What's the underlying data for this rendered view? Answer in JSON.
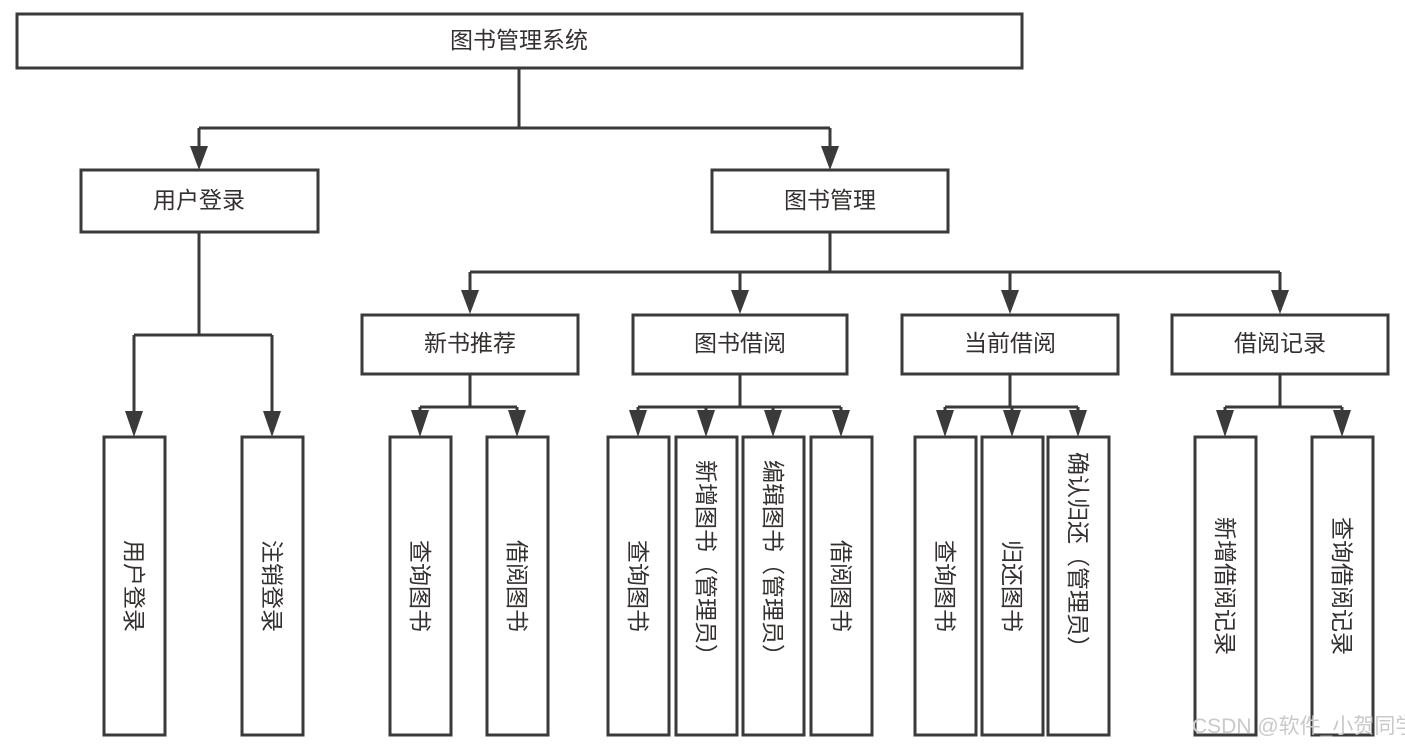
{
  "diagram": {
    "title_node": {
      "id": "root",
      "label": "图书管理系统"
    },
    "level1": [
      {
        "id": "user-login",
        "label": "用户登录"
      },
      {
        "id": "book-mgmt",
        "label": "图书管理"
      }
    ],
    "level2": [
      {
        "id": "new-book-rec",
        "label": "新书推荐",
        "parent": "book-mgmt"
      },
      {
        "id": "book-borrow",
        "label": "图书借阅",
        "parent": "book-mgmt"
      },
      {
        "id": "current-borrow",
        "label": "当前借阅",
        "parent": "book-mgmt"
      },
      {
        "id": "borrow-record",
        "label": "借阅记录",
        "parent": "book-mgmt"
      }
    ],
    "leaves": {
      "user_login": [
        {
          "id": "leaf-user-login",
          "label": "用户登录"
        },
        {
          "id": "leaf-logout",
          "label": "注销登录"
        }
      ],
      "new_book_rec": [
        {
          "id": "leaf-query-book-1",
          "label": "查询图书"
        },
        {
          "id": "leaf-borrow-book-1",
          "label": "借阅图书"
        }
      ],
      "book_borrow": [
        {
          "id": "leaf-query-book-2",
          "label": "查询图书"
        },
        {
          "id": "leaf-add-book",
          "label": "新增图书（管理员）"
        },
        {
          "id": "leaf-edit-book",
          "label": "编辑图书（管理员）"
        },
        {
          "id": "leaf-borrow-book-2",
          "label": "借阅图书"
        }
      ],
      "current_borrow": [
        {
          "id": "leaf-query-book-3",
          "label": "查询图书"
        },
        {
          "id": "leaf-return-book",
          "label": "归还图书"
        },
        {
          "id": "leaf-confirm-return",
          "label": "确认归还（管理员）"
        }
      ],
      "borrow_record": [
        {
          "id": "leaf-add-record",
          "label": "新增借阅记录"
        },
        {
          "id": "leaf-query-record",
          "label": "查询借阅记录"
        }
      ]
    },
    "colors": {
      "box_stroke": "#3a3a3a",
      "box_fill": "#ffffff",
      "text": "#33302f",
      "background": "#ffffff",
      "watermark": "#c9c9c9"
    }
  },
  "watermark": {
    "label": "CSDN @软件_小贺同学"
  }
}
